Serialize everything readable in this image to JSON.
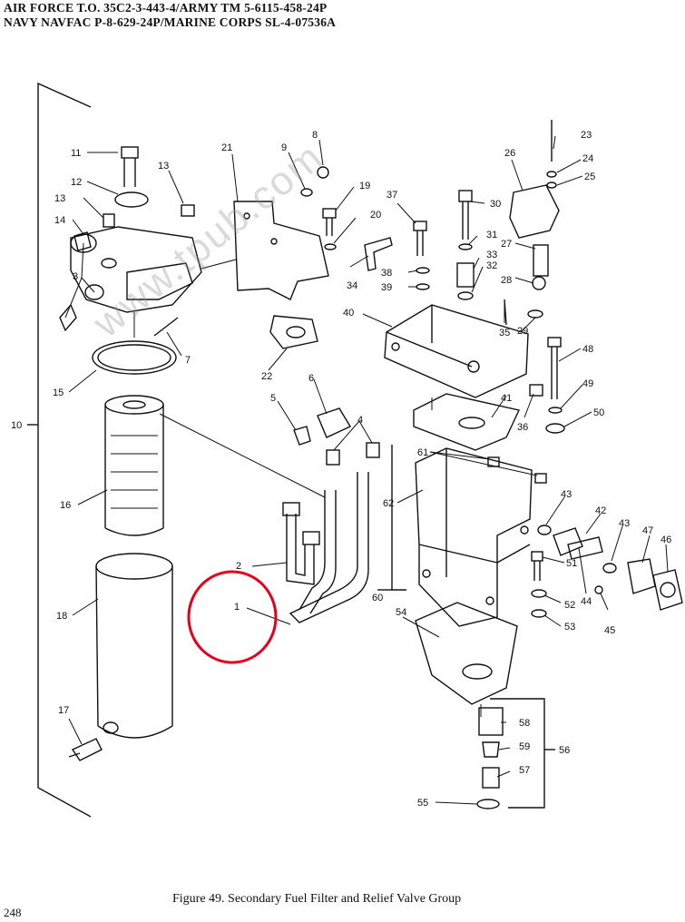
{
  "header": {
    "line1": "AIR FORCE T.O. 35C2-3-443-4/ARMY TM 5-6115-458-24P",
    "line2": "NAVY NAVFAC P-8-629-24P/MARINE CORPS SL-4-07536A"
  },
  "watermark": "www.tpub.com",
  "caption": "Figure 49.   Secondary Fuel Filter and Relief Valve Group",
  "page_number": "248",
  "highlight_color": "#e8001a",
  "callouts": {
    "c1": "1",
    "c2": "2",
    "c3": "3",
    "c4": "4",
    "c5": "5",
    "c6": "6",
    "c7": "7",
    "c8": "8",
    "c9": "9",
    "c10": "10",
    "c11": "11",
    "c12": "12",
    "c13a": "13",
    "c13b": "13",
    "c14": "14",
    "c15": "15",
    "c16": "16",
    "c17": "17",
    "c18": "18",
    "c19": "19",
    "c20": "20",
    "c21": "21",
    "c22": "22",
    "c23": "23",
    "c24": "24",
    "c25": "25",
    "c26": "26",
    "c27": "27",
    "c28": "28",
    "c29": "29",
    "c30": "30",
    "c31": "31",
    "c32": "32",
    "c33": "33",
    "c34": "34",
    "c35": "35",
    "c36": "36",
    "c37": "37",
    "c38": "38",
    "c39": "39",
    "c40": "40",
    "c41": "41",
    "c42": "42",
    "c43a": "43",
    "c43b": "43",
    "c44": "44",
    "c45": "45",
    "c46": "46",
    "c47": "47",
    "c48": "48",
    "c49": "49",
    "c50": "50",
    "c51": "51",
    "c52": "52",
    "c53": "53",
    "c54": "54",
    "c55": "55",
    "c56": "56",
    "c57": "57",
    "c58": "58",
    "c59": "59",
    "c60": "60",
    "c61": "61",
    "c62": "62"
  }
}
